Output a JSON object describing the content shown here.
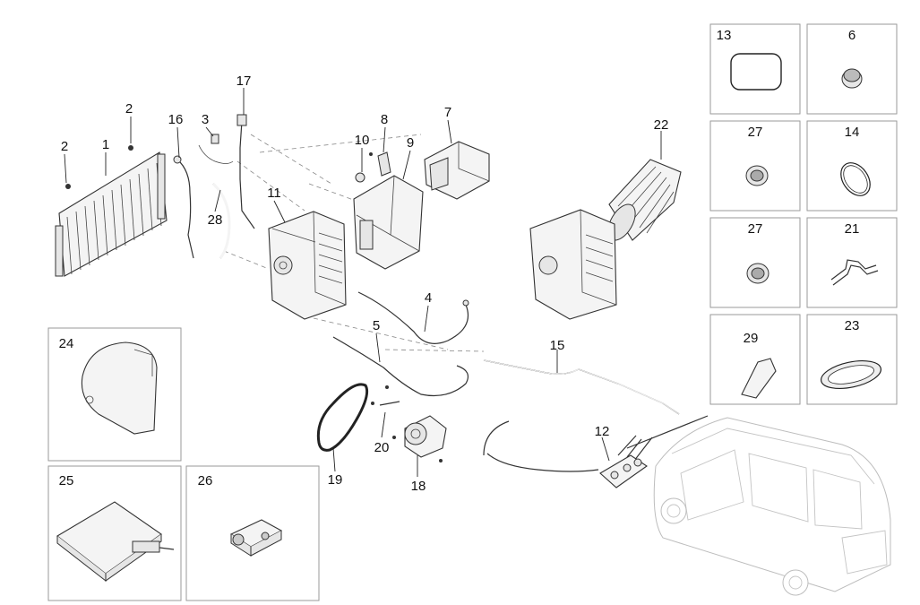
{
  "labels": {
    "p1": "1",
    "p2a": "2",
    "p2b": "2",
    "p3": "3",
    "p4": "4",
    "p5": "5",
    "p6": "6",
    "p7": "7",
    "p8": "8",
    "p9": "9",
    "p10": "10",
    "p11": "11",
    "p12": "12",
    "p13": "13",
    "p14": "14",
    "p15": "15",
    "p16": "16",
    "p17": "17",
    "p18": "18",
    "p19": "19",
    "p20": "20",
    "p21": "21",
    "p22": "22",
    "p23": "23",
    "p24": "24",
    "p25": "25",
    "p26": "26",
    "p27a": "27",
    "p27b": "27",
    "p28": "28",
    "p29": "29"
  }
}
